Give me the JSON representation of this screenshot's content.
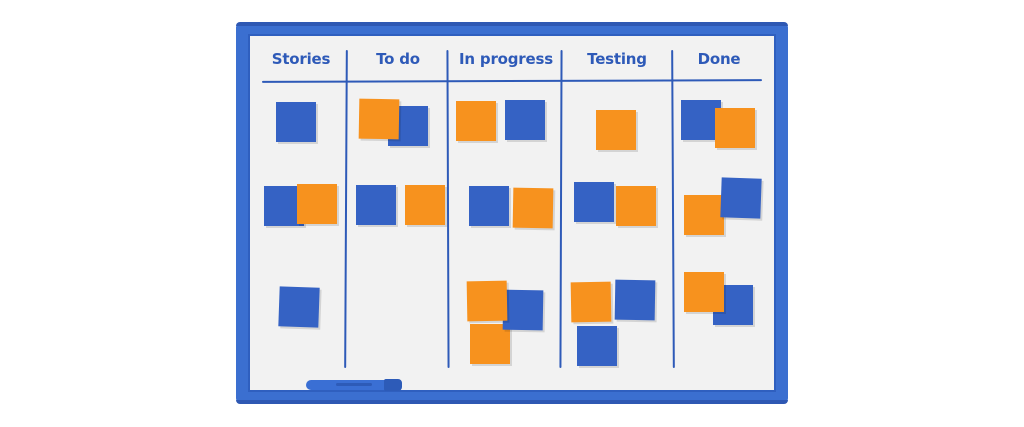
{
  "board": {
    "columns": [
      {
        "key": "stories",
        "title": "Stories"
      },
      {
        "key": "todo",
        "title": "To do"
      },
      {
        "key": "inprogress",
        "title": "In progress"
      },
      {
        "key": "testing",
        "title": "Testing"
      },
      {
        "key": "done",
        "title": "Done"
      }
    ]
  },
  "colors": {
    "frame": "#3b6fd0",
    "board_surface": "#f2f2f2",
    "ink": "#2e5ab8",
    "note_blue": "#3562c4",
    "note_orange": "#f7921e"
  },
  "icons": {
    "marker": "marker-pen-icon"
  }
}
